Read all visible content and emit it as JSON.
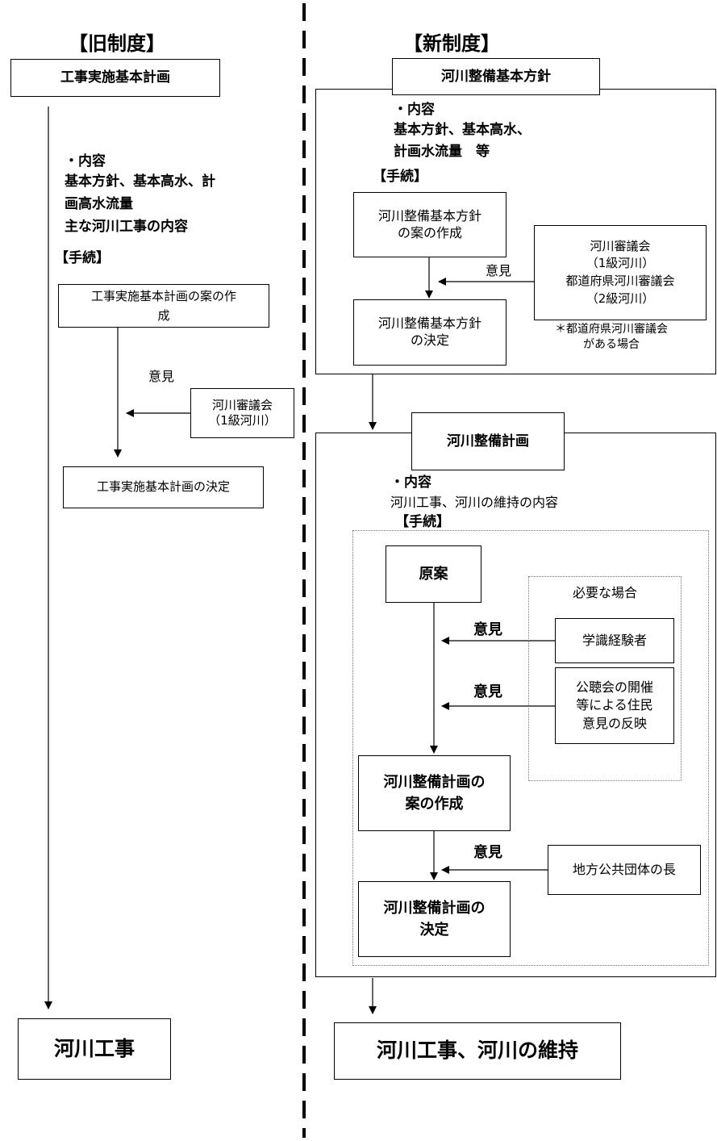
{
  "old_system": {
    "header": "【旧制度】",
    "plan_title": "工事実施基本計画",
    "content_label": "・内容",
    "content_text": "基本方針、基本高水、計\n画高水流量\n主な河川工事の内容",
    "procedure_label": "【手続】",
    "draft_box": "工事実施基本計画の案の作\n成",
    "opinion": "意見",
    "council_box": "河川審議会\n（1級河川）",
    "decision_box": "工事実施基本計画の決定",
    "result": "河川工事"
  },
  "new_system": {
    "header": "【新制度】",
    "policy_title": "河川整備基本方針",
    "content_label": "・内容",
    "content_text": "基本方針、基本高水、\n計画水流量　等",
    "procedure_label": "【手続】",
    "policy_draft_box": "河川整備基本方針\nの案の作成",
    "opinion1": "意見",
    "council_box": "河川審議会\n（1級河川）\n都道府県河川審議会\n（2級河川）",
    "council_note": "＊都道府県河川審議会\nがある場合",
    "policy_decision_box": "河川整備基本方針\nの決定",
    "plan_title": "河川整備計画",
    "plan_content_label": "・内容",
    "plan_content_text": "河川工事、河川の維持の内容",
    "plan_procedure_label": "【手続】",
    "original_draft_box": "原案",
    "when_needed": "必要な場合",
    "opinion2": "意見",
    "experts_box": "学識経験者",
    "opinion3": "意見",
    "public_hearing_box": "公聴会の開催\n等による住民\n意見の反映",
    "plan_draft_box": "河川整備計画の\n案の作成",
    "opinion4": "意見",
    "local_gov_box": "地方公共団体の長",
    "plan_decision_box": "河川整備計画の\n決定",
    "result": "河川工事、河川の維持"
  }
}
